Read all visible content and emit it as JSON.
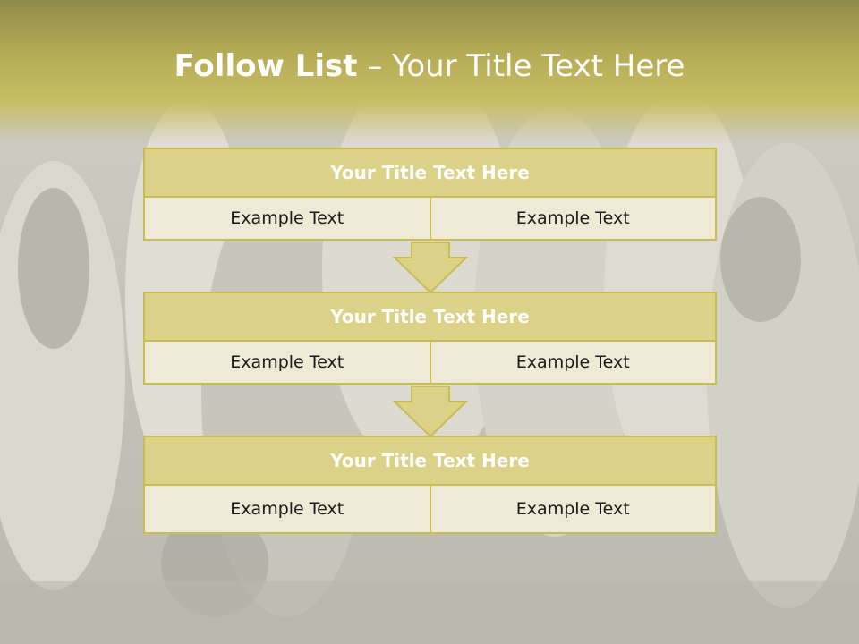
{
  "slide": {
    "title_bold": "Follow List",
    "title_rest": " – Your Title Text Here",
    "colors": {
      "band": "#c9bd62",
      "header_fill": "#dcd287",
      "border": "#c9bc52",
      "cell_fill": "#efead6"
    }
  },
  "blocks": [
    {
      "title": "Your Title Text Here",
      "left": "Example Text",
      "right": "Example Text"
    },
    {
      "title": "Your Title Text Here",
      "left": "Example Text",
      "right": "Example Text"
    },
    {
      "title": "Your Title Text Here",
      "left": "Example Text",
      "right": "Example Text"
    }
  ],
  "connectors": [
    "down-arrow-icon",
    "down-arrow-icon"
  ]
}
